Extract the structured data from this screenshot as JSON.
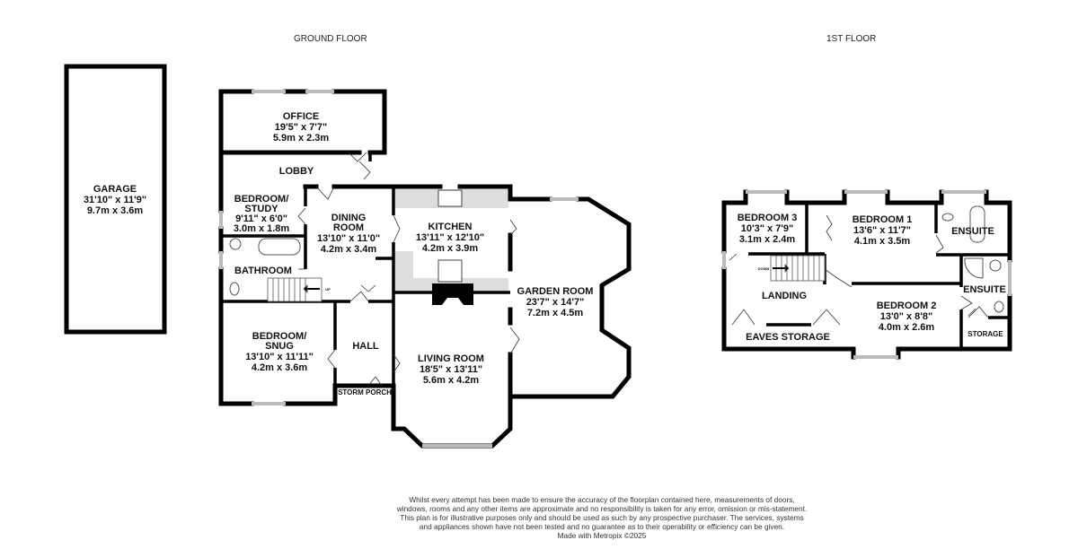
{
  "ground_floor": {
    "title": "GROUND FLOOR",
    "rooms": {
      "garage": {
        "name": "GARAGE",
        "imperial": "31'10\"  x 11'9\"",
        "metric": "9.7m  x 3.6m"
      },
      "office": {
        "name": "OFFICE",
        "imperial": "19'5\"  x 7'7\"",
        "metric": "5.9m  x 2.3m"
      },
      "lobby": {
        "name": "LOBBY"
      },
      "bedroom_study": {
        "name1": "BEDROOM/",
        "name2": "STUDY",
        "imperial": "9'11\"  x 6'0\"",
        "metric": "3.0m  x 1.8m"
      },
      "bathroom": {
        "name": "BATHROOM"
      },
      "dining": {
        "name1": "DINING",
        "name2": "ROOM",
        "imperial": "13'10\"  x 11'0\"",
        "metric": "4.2m  x 3.4m"
      },
      "kitchen": {
        "name": "KITCHEN",
        "imperial": "13'11\"  x 12'10\"",
        "metric": "4.2m  x 3.9m"
      },
      "garden_room": {
        "name": "GARDEN ROOM",
        "imperial": "23'7\"  x 14'7\"",
        "metric": "7.2m  x 4.5m"
      },
      "bedroom_snug": {
        "name1": "BEDROOM/",
        "name2": "SNUG",
        "imperial": "13'10\"  x 11'11\"",
        "metric": "4.2m  x 3.6m"
      },
      "hall": {
        "name": "HALL"
      },
      "storm_porch": {
        "name": "STORM PORCH"
      },
      "living": {
        "name": "LIVING ROOM",
        "imperial": "18'5\"  x 13'11\"",
        "metric": "5.6m  x 4.2m"
      }
    },
    "stairs_label": "UP"
  },
  "first_floor": {
    "title": "1ST FLOOR",
    "rooms": {
      "bedroom3": {
        "name": "BEDROOM 3",
        "imperial": "10'3\"  x 7'9\"",
        "metric": "3.1m  x 2.4m"
      },
      "bedroom1": {
        "name": "BEDROOM 1",
        "imperial": "13'6\"  x 11'7\"",
        "metric": "4.1m  x 3.5m"
      },
      "ensuite1": {
        "name": "ENSUITE"
      },
      "ensuite2": {
        "name": "ENSUITE"
      },
      "landing": {
        "name": "LANDING"
      },
      "bedroom2": {
        "name": "BEDROOM 2",
        "imperial": "13'0\"  x 8'8\"",
        "metric": "4.0m  x 2.6m"
      },
      "eaves": {
        "name": "EAVES STORAGE"
      },
      "storage": {
        "name": "STORAGE"
      }
    },
    "stairs_label": "DOWN"
  },
  "disclaimer": {
    "text": "Whilst every attempt has been made to ensure the accuracy of the floorplan contained here, measurements of doors, windows, rooms and any other items are approximate and no responsibility is taken for any error, omission or mis-statement. This plan is for illustrative purposes only and should be used as such by any prospective purchaser. The services, systems and appliances shown have not been tested and no guarantee as to their operability or efficiency can be given.",
    "credit": "Made with Metropix ©2025"
  }
}
